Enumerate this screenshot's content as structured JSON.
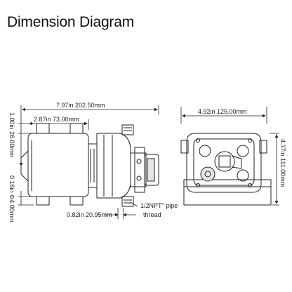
{
  "title": "Dimension Diagram",
  "side_view": {
    "overall_length": "7.97in  202.50mm",
    "motor_length": "2.87in  73.00mm",
    "port_offset": "0.82in  20.95mm",
    "left_height": "1.00in  26.00mm",
    "mount_hole": "0.16in  Φ4.00mm",
    "pipe_thread_line1": "1/2NPT\" pipe",
    "pipe_thread_line2": "thread"
  },
  "front_view": {
    "width": "4.92in  125.00mm",
    "height": "4.37in  111.00mm"
  },
  "colors": {
    "line": "#222222",
    "fill": "#ffffff",
    "shade": "#e6e6e6"
  }
}
